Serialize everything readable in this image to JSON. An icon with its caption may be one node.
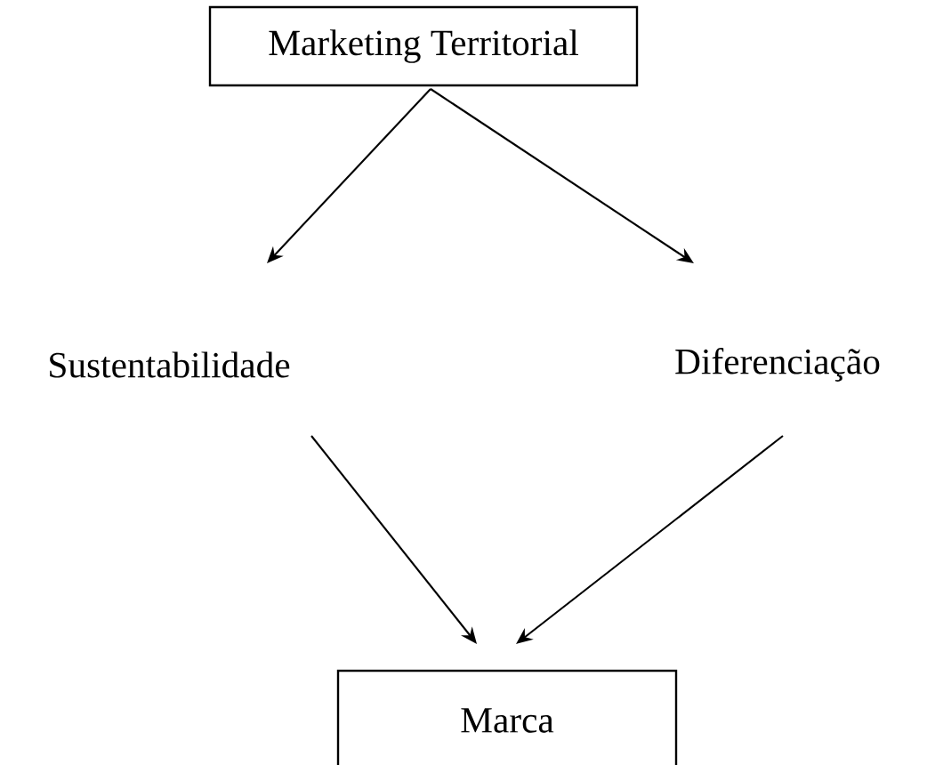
{
  "diagram": {
    "nodes": [
      {
        "text": [
          "Marketing Territorial"
        ]
      },
      {
        "text": [
          "Sustentabilidade"
        ]
      },
      {
        "text": [
          "Diferenciação"
        ]
      },
      {
        "text": [
          "Marca"
        ]
      }
    ],
    "edges": [
      {
        "from": 0,
        "to": 1,
        "arrow": "to"
      },
      {
        "from": 0,
        "to": 2,
        "arrow": "to"
      },
      {
        "from": 1,
        "to": 3,
        "arrow": "to"
      },
      {
        "from": 2,
        "to": 3,
        "arrow": "to"
      }
    ]
  }
}
